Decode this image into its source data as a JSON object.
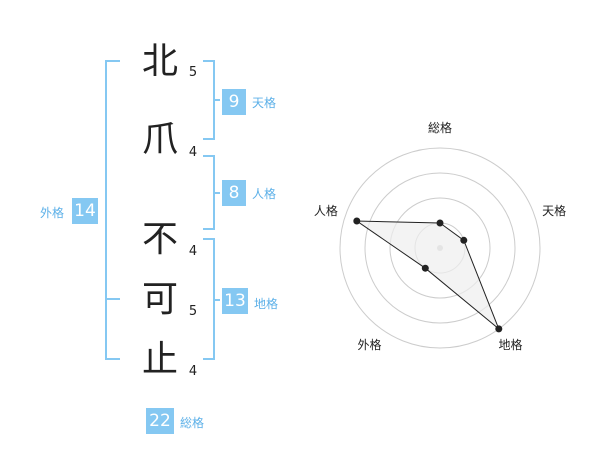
{
  "name": {
    "chars": [
      {
        "char": "北",
        "strokes": "5"
      },
      {
        "char": "爪",
        "strokes": "4"
      },
      {
        "char": "不",
        "strokes": "4"
      },
      {
        "char": "可",
        "strokes": "5"
      },
      {
        "char": "止",
        "strokes": "4"
      }
    ]
  },
  "kakusu": {
    "tenkaku": {
      "value": "9",
      "label": "天格"
    },
    "jinkaku": {
      "value": "8",
      "label": "人格"
    },
    "chikaku": {
      "value": "13",
      "label": "地格"
    },
    "gaikaku": {
      "value": "14",
      "label": "外格"
    },
    "soukaku": {
      "value": "22",
      "label": "総格"
    }
  },
  "colors": {
    "accent": "#85c8f2",
    "accent_text": "#5cb0e8",
    "text": "#222222",
    "grid": "#cccccc",
    "fill": "#eeeeee"
  },
  "chart_data": {
    "type": "radar",
    "axes": [
      "総格",
      "天格",
      "地格",
      "外格",
      "人格"
    ],
    "rings": 4,
    "series": [
      {
        "values": [
          1.0,
          1.0,
          4.0,
          1.0,
          3.5
        ]
      }
    ]
  }
}
